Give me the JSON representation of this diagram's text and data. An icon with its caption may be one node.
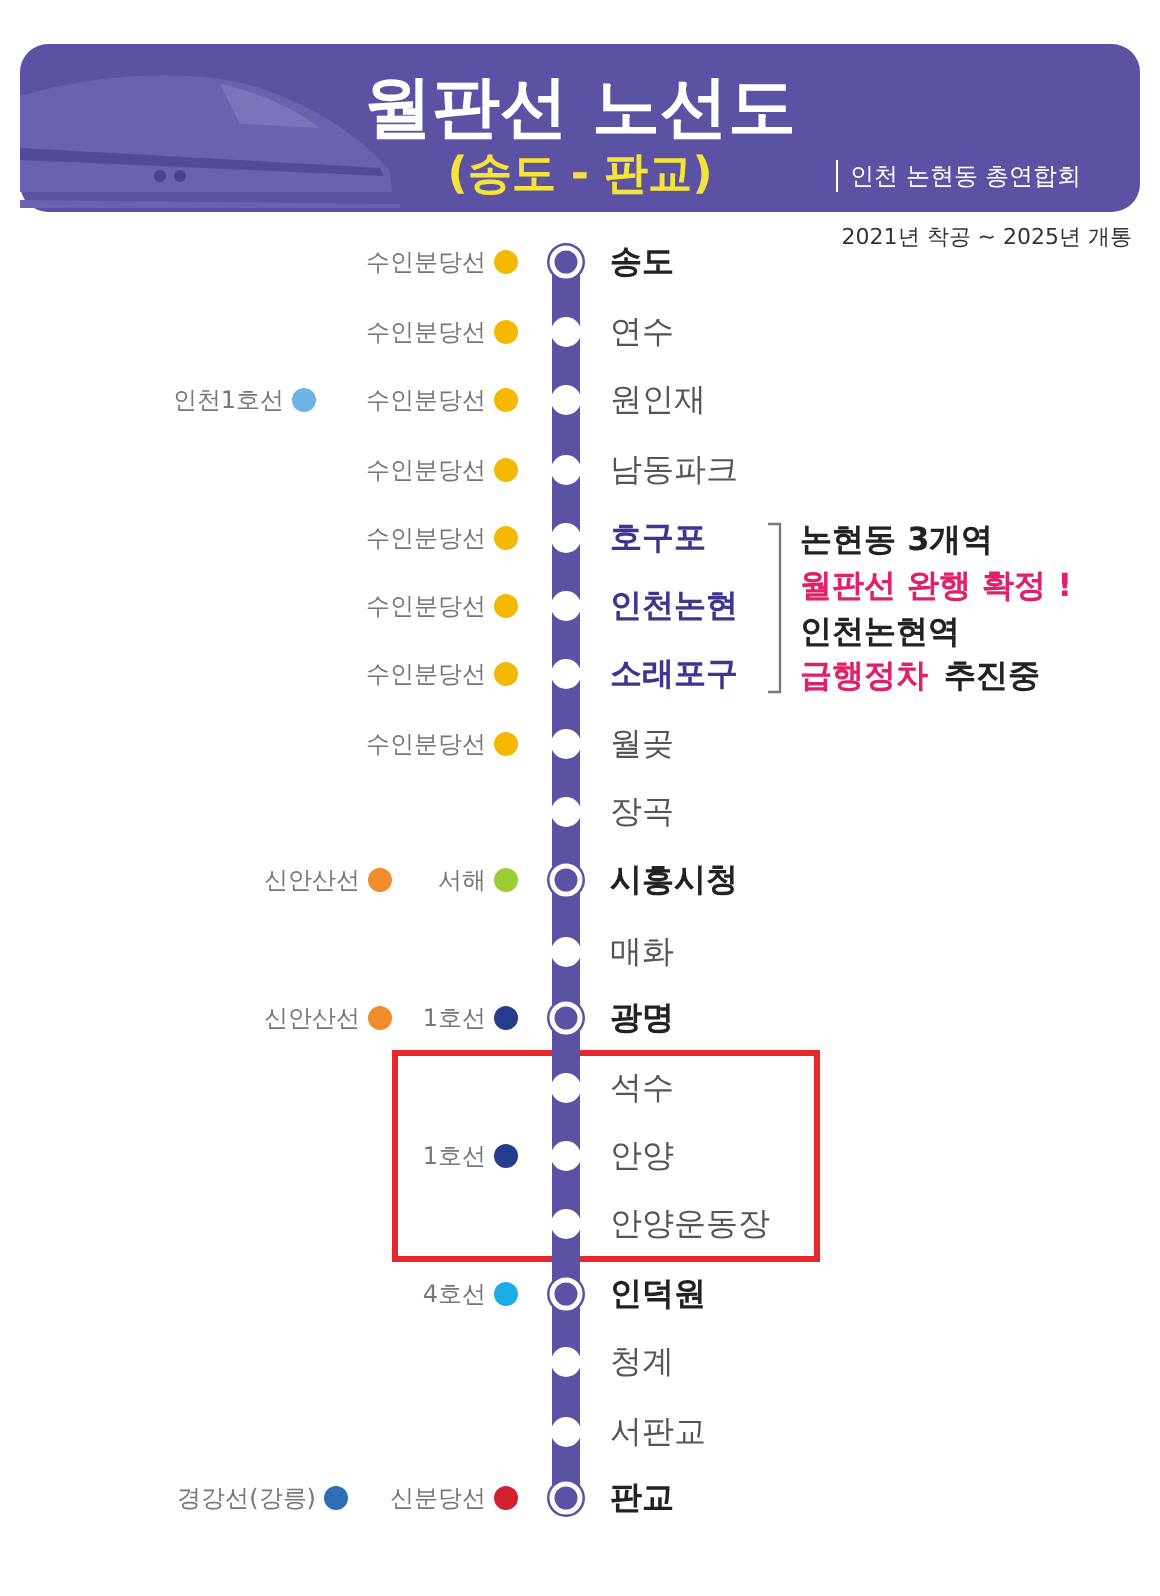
{
  "diagram": {
    "title": "월판선 노선도",
    "nodes": [
      {
        "text": [
          "송도"
        ],
        "beside": [
          "수인분당선"
        ]
      },
      {
        "text": [
          "연수"
        ],
        "beside": [
          "수인분당선"
        ]
      },
      {
        "text": [
          "원인재"
        ],
        "beside": [
          "인천1호선",
          "수인분당선"
        ]
      },
      {
        "text": [
          "남동파크"
        ],
        "beside": [
          "수인분당선"
        ]
      },
      {
        "text": [
          "호구포"
        ],
        "beside": [
          "수인분당선"
        ]
      },
      {
        "text": [
          "인천논현"
        ],
        "beside": [
          "수인분당선"
        ]
      },
      {
        "text": [
          "소래포구"
        ],
        "beside": [
          "수인분당선"
        ]
      },
      {
        "text": [
          "월곶"
        ],
        "beside": [
          "수인분당선"
        ]
      },
      {
        "text": [
          "장곡"
        ]
      },
      {
        "text": [
          "시흥시청"
        ],
        "beside": [
          "신안산선",
          "서해"
        ]
      },
      {
        "text": [
          "매화"
        ]
      },
      {
        "text": [
          "광명"
        ],
        "beside": [
          "신안산선",
          "1호선"
        ]
      },
      {
        "text": [
          "석수"
        ]
      },
      {
        "text": [
          "안양"
        ],
        "beside": [
          "1호선"
        ]
      },
      {
        "text": [
          "안양운동장"
        ]
      },
      {
        "text": [
          "인덕원"
        ],
        "beside": [
          "4호선"
        ]
      },
      {
        "text": [
          "청계"
        ]
      },
      {
        "text": [
          "서판교"
        ]
      },
      {
        "text": [
          "판교"
        ],
        "beside": [
          "경강선(강릉)",
          "신분당선"
        ]
      }
    ],
    "edges": [
      {
        "from": 0,
        "to": 1,
        "arrow": "none"
      },
      {
        "from": 1,
        "to": 2,
        "arrow": "none"
      },
      {
        "from": 2,
        "to": 3,
        "arrow": "none"
      },
      {
        "from": 3,
        "to": 4,
        "arrow": "none"
      },
      {
        "from": 4,
        "to": 5,
        "arrow": "none"
      },
      {
        "from": 5,
        "to": 6,
        "arrow": "none"
      },
      {
        "from": 6,
        "to": 7,
        "arrow": "none"
      },
      {
        "from": 7,
        "to": 8,
        "arrow": "none"
      },
      {
        "from": 8,
        "to": 9,
        "arrow": "none"
      },
      {
        "from": 9,
        "to": 10,
        "arrow": "none"
      },
      {
        "from": 10,
        "to": 11,
        "arrow": "none"
      },
      {
        "from": 11,
        "to": 12,
        "arrow": "none"
      },
      {
        "from": 12,
        "to": 13,
        "arrow": "none"
      },
      {
        "from": 13,
        "to": 14,
        "arrow": "none"
      },
      {
        "from": 14,
        "to": 15,
        "arrow": "none"
      },
      {
        "from": 15,
        "to": 16,
        "arrow": "none"
      },
      {
        "from": 16,
        "to": 17,
        "arrow": "none"
      },
      {
        "from": 17,
        "to": 18,
        "arrow": "none"
      }
    ],
    "labels": [
      "(송도 - 판교)",
      "인천 논현동 총연합회",
      "2021년 착공 ~ 2025년 개통",
      "논현동 3개역",
      "월판선 완행 확정 !",
      "인천논현역",
      "급행정차",
      "추진중"
    ]
  }
}
